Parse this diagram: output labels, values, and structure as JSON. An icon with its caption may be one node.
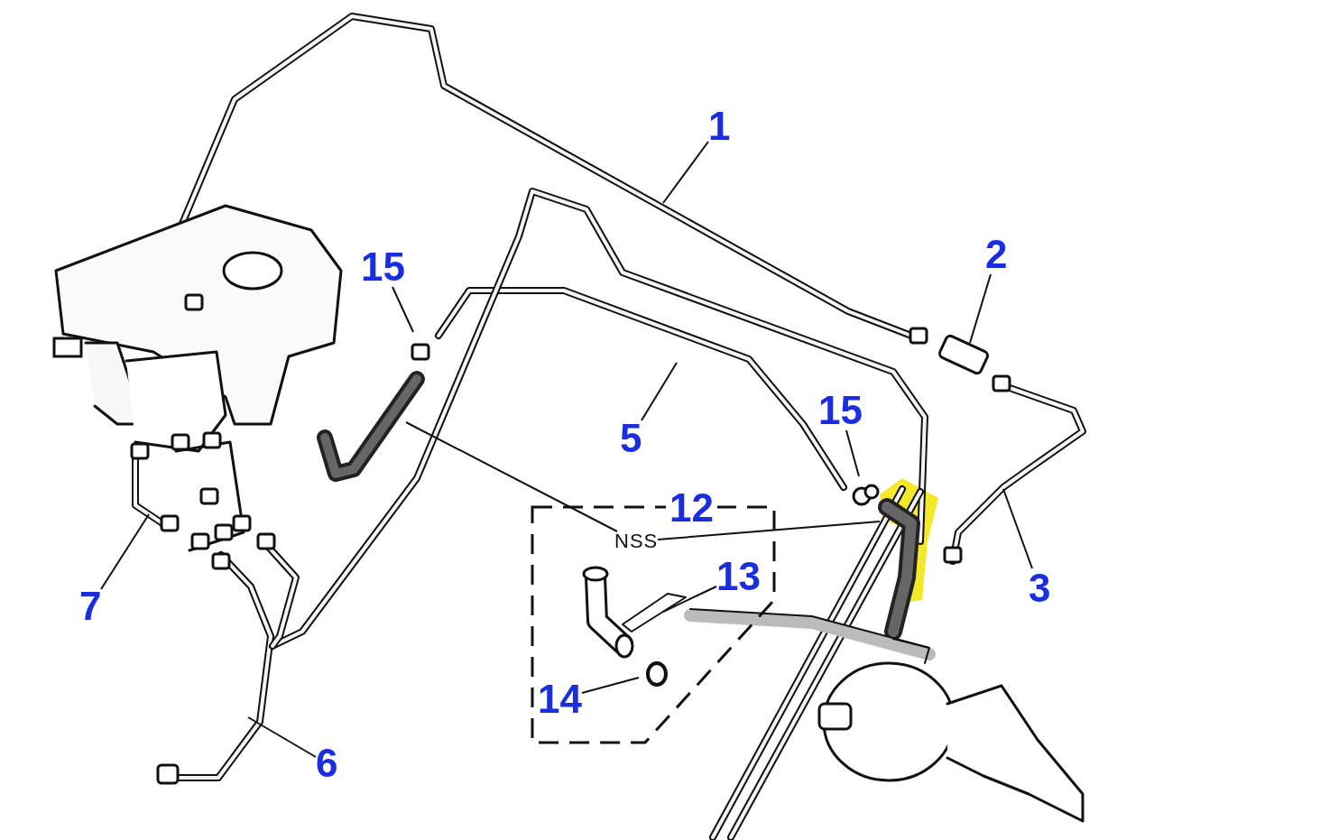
{
  "diagram": {
    "nodes": [
      {
        "text": [
          "1"
        ]
      },
      {
        "text": [
          "2"
        ]
      },
      {
        "text": [
          "3"
        ]
      },
      {
        "text": [
          "5"
        ]
      },
      {
        "text": [
          "15"
        ]
      },
      {
        "text": [
          "15"
        ]
      },
      {
        "text": [
          "7"
        ]
      },
      {
        "text": [
          "6"
        ]
      },
      {
        "text": [
          "12"
        ]
      },
      {
        "text": [
          "NSS"
        ],
        "in": 8
      },
      {
        "text": [
          "13"
        ],
        "in": 8
      },
      {
        "text": [
          "14"
        ],
        "in": 8
      }
    ],
    "edges": [
      {
        "from": 0,
        "to": null,
        "arrow": "none"
      },
      {
        "from": 1,
        "to": null,
        "arrow": "none"
      },
      {
        "from": 2,
        "to": null,
        "arrow": "none"
      },
      {
        "from": 3,
        "to": null,
        "arrow": "none"
      },
      {
        "from": 4,
        "to": null,
        "arrow": "none"
      },
      {
        "from": 5,
        "to": null,
        "arrow": "none"
      },
      {
        "from": 6,
        "to": null,
        "arrow": "none"
      },
      {
        "from": 7,
        "to": null,
        "arrow": "none"
      },
      {
        "from": 9,
        "to": null,
        "arrow": "none"
      },
      {
        "from": 9,
        "to": null,
        "arrow": "none"
      },
      {
        "from": 10,
        "to": null,
        "arrow": "none"
      },
      {
        "from": 11,
        "to": null,
        "arrow": "none"
      }
    ]
  }
}
